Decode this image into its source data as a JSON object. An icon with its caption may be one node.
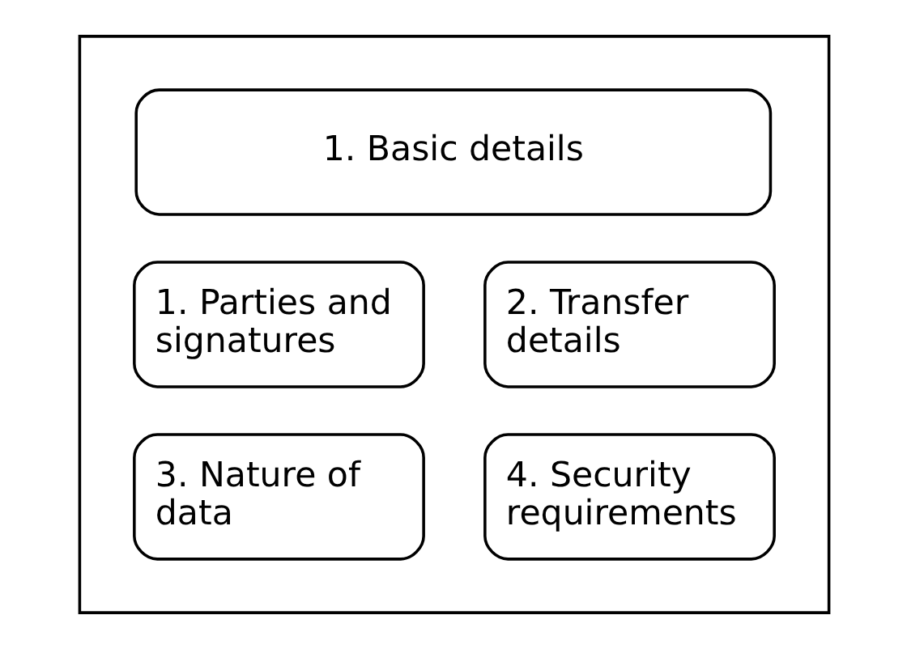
{
  "diagram": {
    "nodes": [
      {
        "text": [],
        "shape": "box"
      },
      {
        "text": [
          "1. Basic details"
        ],
        "in": 0
      },
      {
        "text": [
          "1. Parties and signatures"
        ],
        "in": 0
      },
      {
        "text": [
          "2. Transfer details"
        ],
        "in": 0
      },
      {
        "text": [
          "3. Nature of data"
        ],
        "in": 0
      },
      {
        "text": [
          "4. Security requirements"
        ],
        "in": 0
      }
    ]
  }
}
